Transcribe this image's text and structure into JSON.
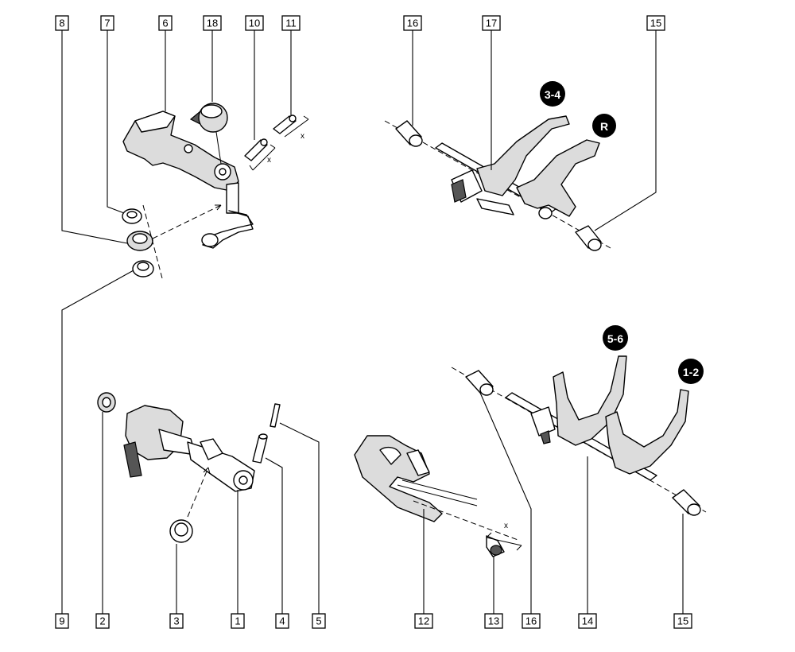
{
  "callouts_top": [
    "8",
    "7",
    "6",
    "18",
    "10",
    "11",
    "16",
    "17",
    "15"
  ],
  "callouts_bottom": [
    "9",
    "2",
    "3",
    "1",
    "4",
    "5",
    "12",
    "13",
    "16",
    "14",
    "15"
  ],
  "badges": {
    "b34": "3-4",
    "bR": "R",
    "b56": "5-6",
    "b12": "1-2"
  },
  "dimension_mark": "x"
}
